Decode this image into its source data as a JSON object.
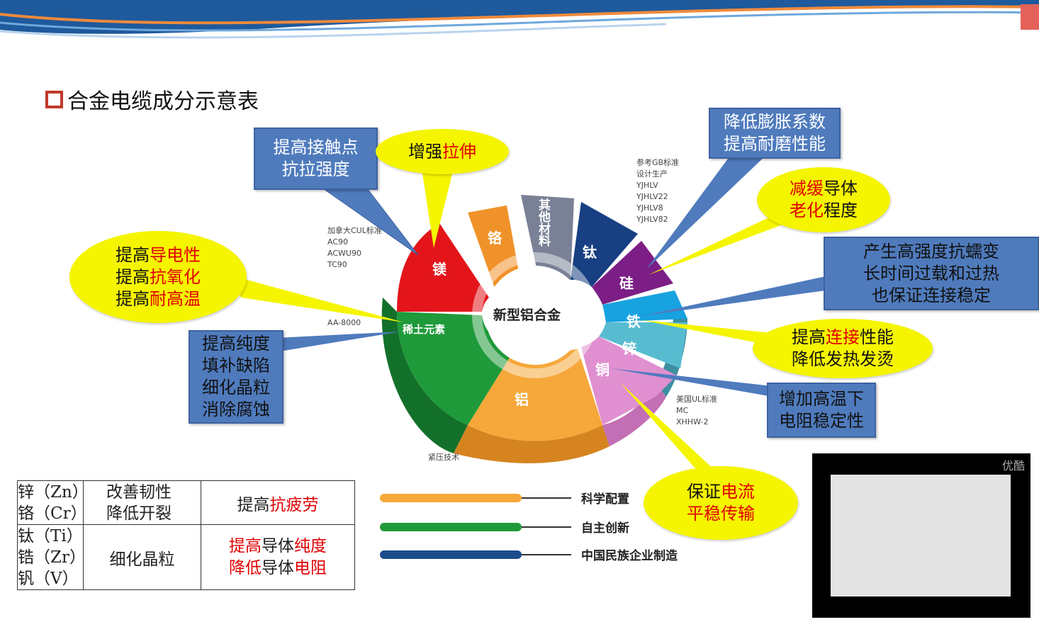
{
  "title": "合金电缆成分示意表",
  "wheel": {
    "center": "新型铝合金",
    "segments": [
      {
        "label": "镁",
        "color": "#e3151b"
      },
      {
        "label": "铬",
        "color": "#f0922a"
      },
      {
        "label": "其他材料",
        "color": "#7a8196"
      },
      {
        "label": "钛",
        "color": "#173f82"
      },
      {
        "label": "硅",
        "color": "#7c1e86"
      },
      {
        "label": "铁",
        "color": "#17a2e0"
      },
      {
        "label": "锌",
        "color": "#58bcd0"
      },
      {
        "label": "铜",
        "color": "#e08fd0"
      },
      {
        "label": "铝",
        "color": "#f6a83a"
      },
      {
        "label": "稀土元素",
        "color": "#1f9a3a"
      }
    ]
  },
  "standards": {
    "canada": [
      "加拿大CUL标准",
      "AC90",
      "ACWU90",
      "TC90"
    ],
    "gb": [
      "参考GB标准",
      "设计生产",
      "YJHLV",
      "YJHLV22",
      "YJHLV8",
      "YJHLV82"
    ],
    "aa": "AA-8000",
    "ul": [
      "美国UL标准",
      "MC",
      "XHHW-2"
    ],
    "compress": "紧压技术"
  },
  "boxes": {
    "contact": [
      "提高接触点",
      "抗拉强度"
    ],
    "expansion": [
      "降低膨胀系数",
      "提高耐磨性能"
    ],
    "creep": [
      "产生高强度抗蠕变",
      "长时间过载和过热",
      "也保证连接稳定"
    ],
    "purity": [
      "提高纯度",
      "填补缺陷",
      "细化晶粒",
      "消除腐蚀"
    ],
    "hightemp": [
      "增加高温下",
      "电阻稳定性"
    ]
  },
  "bubbles": {
    "tensile": {
      "plain": "增强",
      "red": "拉伸"
    },
    "aging": {
      "r1": "减缓",
      "p1": "导体",
      "r2": "老化",
      "p2": "程度"
    },
    "conduct": {
      "p1": "提高",
      "r1": "导电性",
      "p2": "提高",
      "r2": "抗氧化",
      "p3": "提高",
      "r3": "耐高温"
    },
    "connect": {
      "p1": "提高",
      "r1": "连接",
      "p1b": "性能",
      "line2": "降低发热发烫"
    },
    "current": {
      "p1": "保证",
      "r1": "电流",
      "line2": "平稳传输"
    }
  },
  "table": {
    "rows": [
      {
        "elements": [
          "锌（Zn）",
          "铬（Cr）"
        ],
        "effect": [
          "改善韧性",
          "降低开裂"
        ],
        "result_plain": "提高",
        "result_red": "抗疲劳"
      },
      {
        "elements": [
          "钛（Ti）",
          "锆（Zr）",
          "钒（V）"
        ],
        "effect": [
          "细化晶粒"
        ],
        "result_line1_red": "提高",
        "result_line1_plain": "导体",
        "result_line1_red2": "纯度",
        "result_line2_red": "降低",
        "result_line2_plain": "导体",
        "result_line2_red2": "电阻"
      }
    ]
  },
  "legend": [
    {
      "label": "科学配置",
      "color": "#f6a83a"
    },
    {
      "label": "自主创新",
      "color": "#1f9a3a"
    },
    {
      "label": "中国民族企业制造",
      "color": "#1d4c8c"
    }
  ],
  "video": {
    "logo": "优酷"
  }
}
